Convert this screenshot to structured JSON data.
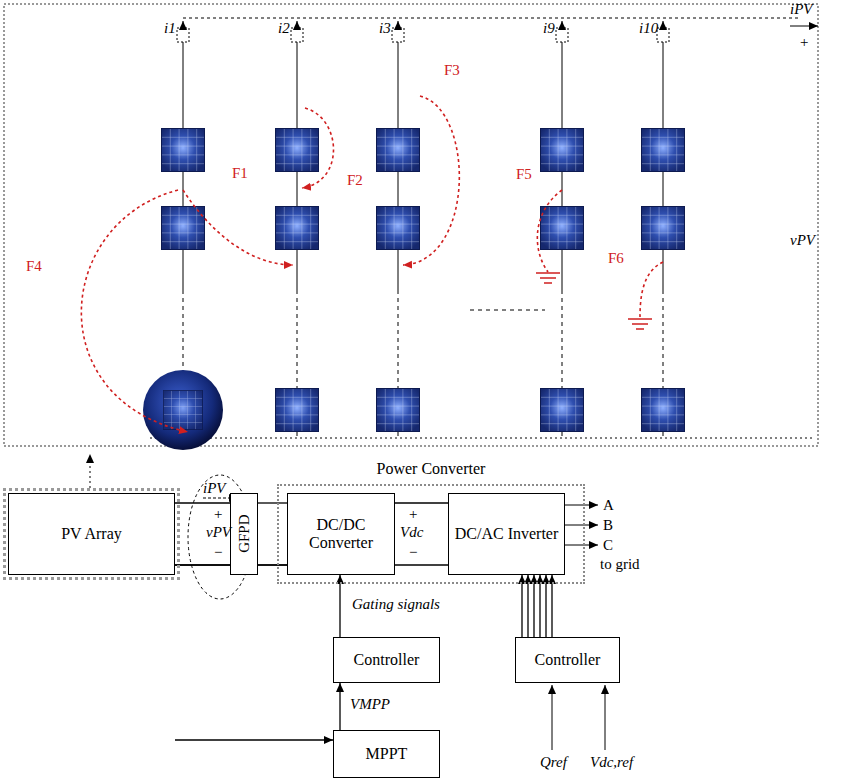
{
  "diagram": {
    "nodes": [
      {
        "text": [
          "PV Array"
        ]
      },
      {
        "text": [
          "GFPD"
        ]
      },
      {
        "text": [
          "Power Converter"
        ]
      },
      {
        "text": [
          "DC/DC Converter"
        ],
        "in": 2
      },
      {
        "text": [
          "DC/AC Inverter"
        ],
        "in": 2
      },
      {
        "text": [
          "Controller"
        ]
      },
      {
        "text": [
          "Controller"
        ]
      },
      {
        "text": [
          "MPPT"
        ]
      }
    ],
    "edges": [
      {
        "from": 0,
        "to": 1,
        "arrow": "none"
      },
      {
        "from": 1,
        "to": 3,
        "arrow": "none"
      },
      {
        "from": 3,
        "to": 4,
        "arrow": "none"
      },
      {
        "from": 5,
        "to": 3,
        "arrow": "to"
      },
      {
        "from": 6,
        "to": 4,
        "arrow": "to"
      },
      {
        "from": 7,
        "to": 5,
        "arrow": "to"
      },
      {
        "from": 0,
        "to": 7,
        "arrow": "to"
      }
    ],
    "labels": [
      "i1",
      "i2",
      "i3",
      "i9",
      "i10",
      "iPV",
      "+",
      "vPV",
      "F1",
      "F2",
      "F3",
      "F4",
      "F5",
      "F6",
      "iPV",
      "+",
      "vPV",
      "−",
      "+",
      "Vdc",
      "−",
      "A",
      "B",
      "C",
      "to grid",
      "Gating signals",
      "VMPP",
      "Qref",
      "Vdc,ref"
    ]
  }
}
